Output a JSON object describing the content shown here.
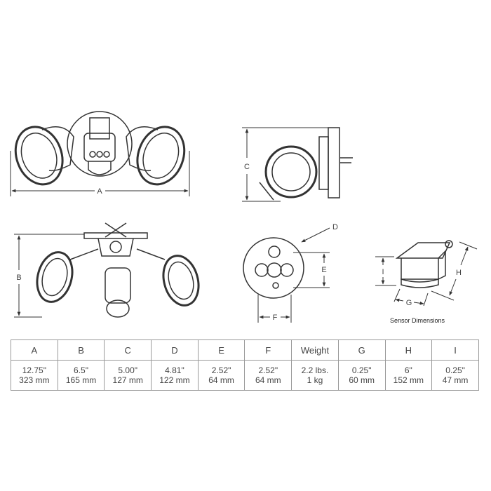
{
  "diagram": {
    "labels": {
      "A": "A",
      "B": "B",
      "C": "C",
      "D": "D",
      "E": "E",
      "F": "F",
      "G": "G",
      "H": "H",
      "I": "I"
    },
    "sensor_caption": "Sensor Dimensions",
    "line_color": "#333333"
  },
  "table": {
    "headers": [
      "A",
      "B",
      "C",
      "D",
      "E",
      "F",
      "Weight",
      "G",
      "H",
      "I"
    ],
    "rows": [
      {
        "imperial": "12.75\"",
        "metric": "323 mm"
      },
      {
        "imperial": "6.5\"",
        "metric": "165 mm"
      },
      {
        "imperial": "5.00\"",
        "metric": "127 mm"
      },
      {
        "imperial": "4.81\"",
        "metric": "122 mm"
      },
      {
        "imperial": "2.52\"",
        "metric": "64 mm"
      },
      {
        "imperial": "2.52\"",
        "metric": "64 mm"
      },
      {
        "imperial": "2.2 lbs.",
        "metric": "1 kg"
      },
      {
        "imperial": "0.25\"",
        "metric": "60 mm"
      },
      {
        "imperial": "6\"",
        "metric": "152 mm"
      },
      {
        "imperial": "0.25\"",
        "metric": "47 mm"
      }
    ]
  }
}
